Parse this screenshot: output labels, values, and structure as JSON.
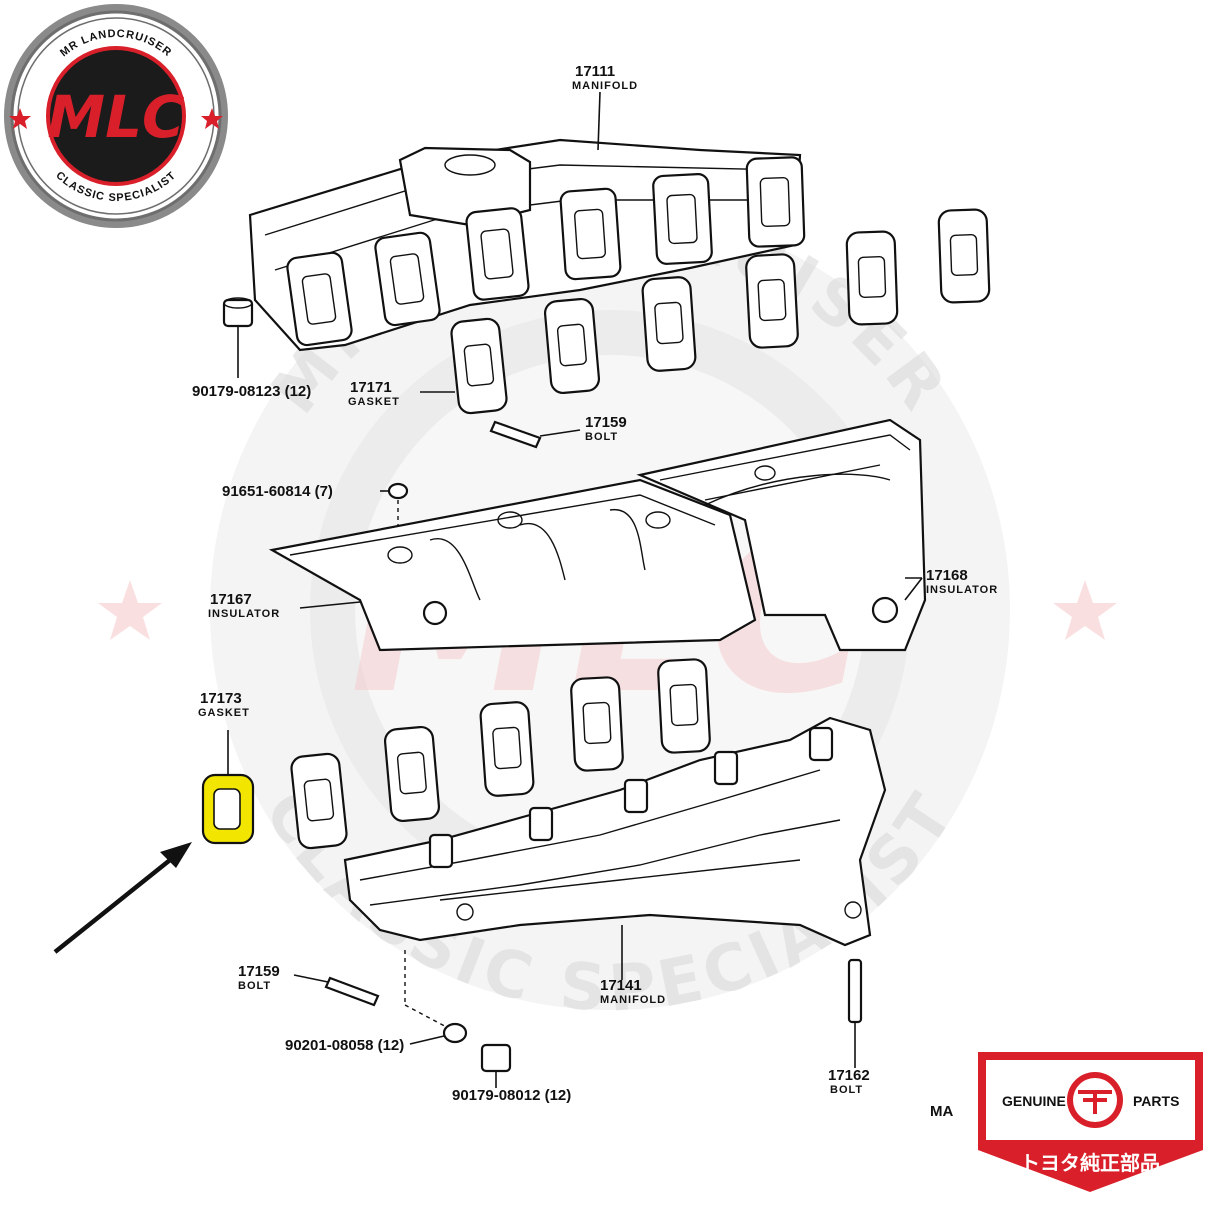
{
  "watermark": {
    "top_text": "MR LANDCRUISER",
    "bottom_text": "CLASSIC SPECIALIST",
    "center_mark": "MLC"
  },
  "badge": {
    "top_text": "MR LANDCRUISER",
    "bottom_text": "CLASSIC SPECIALIST",
    "mark": "MLC",
    "accent": "#d9202a",
    "ring_color": "#7a7a7a"
  },
  "genuine": {
    "left_text": "GENUINE",
    "right_text": "PARTS",
    "bottom_text": "トヨタ純正部品",
    "accent": "#d9202a"
  },
  "highlight_color": "#f2e600",
  "parts": {
    "p17111": {
      "num": "17111",
      "name": "MANIFOLD"
    },
    "p9017908123": {
      "num": "90179-08123 (12)"
    },
    "p17171": {
      "num": "17171",
      "name": "GASKET"
    },
    "p17159a": {
      "num": "17159",
      "name": "BOLT"
    },
    "p9165160814": {
      "num": "91651-60814 (7)"
    },
    "p17167": {
      "num": "17167",
      "name": "INSULATOR"
    },
    "p17168": {
      "num": "17168",
      "name": "INSULATOR"
    },
    "p17173": {
      "num": "17173",
      "name": "GASKET"
    },
    "p17159b": {
      "num": "17159",
      "name": "BOLT"
    },
    "p9020108058": {
      "num": "90201-08058 (12)"
    },
    "p9017908012": {
      "num": "90179-08012 (12)"
    },
    "p17141": {
      "num": "17141",
      "name": "MANIFOLD"
    },
    "p17162": {
      "num": "17162",
      "name": "BOLT"
    },
    "code": "MA"
  }
}
